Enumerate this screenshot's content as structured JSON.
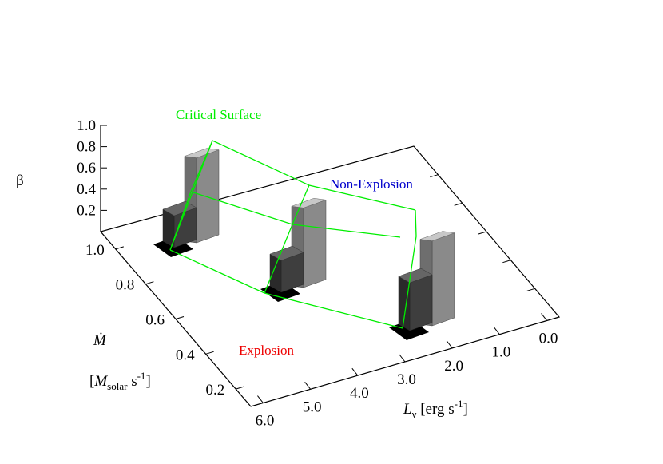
{
  "chart_data": {
    "type": "bar3d",
    "annotations": {
      "critical_surface": "Critical Surface",
      "non_explosion": "Non-Explosion",
      "explosion": "Explosion"
    },
    "colors": {
      "critical_surface": "#00ee00",
      "non_explosion": "#0000cc",
      "explosion": "#ee0000",
      "bar_low": "#555555",
      "bar_high": "#a0a0a0",
      "base_shadow": "#000000"
    },
    "z_axis": {
      "label": "β",
      "ticks": [
        "1.0",
        "0.8",
        "0.6",
        "0.4",
        "0.2"
      ],
      "range": [
        0,
        1.0
      ]
    },
    "y_axis": {
      "label_symbol": "Ṁ",
      "label_unit_open": "[",
      "label_unit_base": "M",
      "label_unit_sub": "solar",
      "label_unit_rest": " s",
      "label_unit_sup": "-1",
      "label_unit_close": "]",
      "ticks": [
        "1.0",
        "0.8",
        "0.6",
        "0.4",
        "0.2"
      ]
    },
    "x_axis": {
      "label_base": "L",
      "label_sub": "ν",
      "label_rest": " [erg s",
      "label_sup": "-1",
      "label_close": "]",
      "ticks": [
        "0.0",
        "1.0",
        "2.0",
        "3.0",
        "4.0",
        "5.0",
        "6.0"
      ]
    },
    "points": [
      {
        "mdot": 1.0,
        "beta_low": 0.3,
        "beta_high": 0.8
      },
      {
        "mdot": 0.6,
        "beta_low": 0.3,
        "beta_high": 0.75
      },
      {
        "mdot": 0.2,
        "beta_low": 0.45,
        "beta_high": 0.8
      }
    ]
  }
}
